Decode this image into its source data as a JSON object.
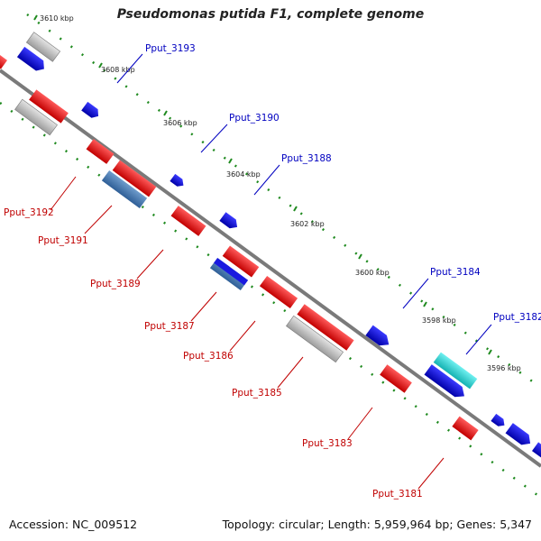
{
  "map": {
    "title": "Pseudomonas putida F1, complete genome",
    "accession": "Accession: NC_009512",
    "summary": "Topology: circular; Length: 5,959,964 bp; Genes: 5,347"
  },
  "colors": {
    "forward_label": "#0000c0",
    "reverse_label": "#c00000",
    "backbone": "#7a7a7a",
    "tick_green": "#1f8a1f"
  },
  "ticks": [
    "3610 kbp",
    "3608 kbp",
    "3606 kbp",
    "3604 kbp",
    "3602 kbp",
    "3600 kbp",
    "3598 kbp",
    "3596 kbp"
  ],
  "gene_labels": {
    "forward": [
      "Pput_3193",
      "Pput_3190",
      "Pput_3188",
      "Pput_3184",
      "Pput_3182"
    ],
    "reverse": [
      "Pput_3192",
      "Pput_3191",
      "Pput_3189",
      "Pput_3187",
      "Pput_3186",
      "Pput_3185",
      "Pput_3183",
      "Pput_3181"
    ]
  }
}
